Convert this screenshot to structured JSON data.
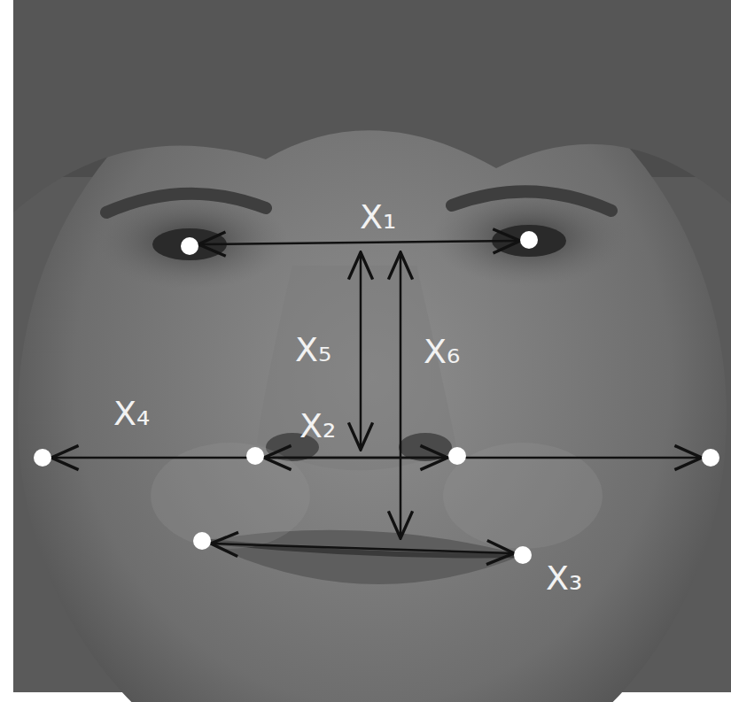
{
  "diagram": {
    "labels": [
      "X₁",
      "X₅",
      "X₆",
      "X₄",
      "X₂",
      "X₃"
    ]
  }
}
